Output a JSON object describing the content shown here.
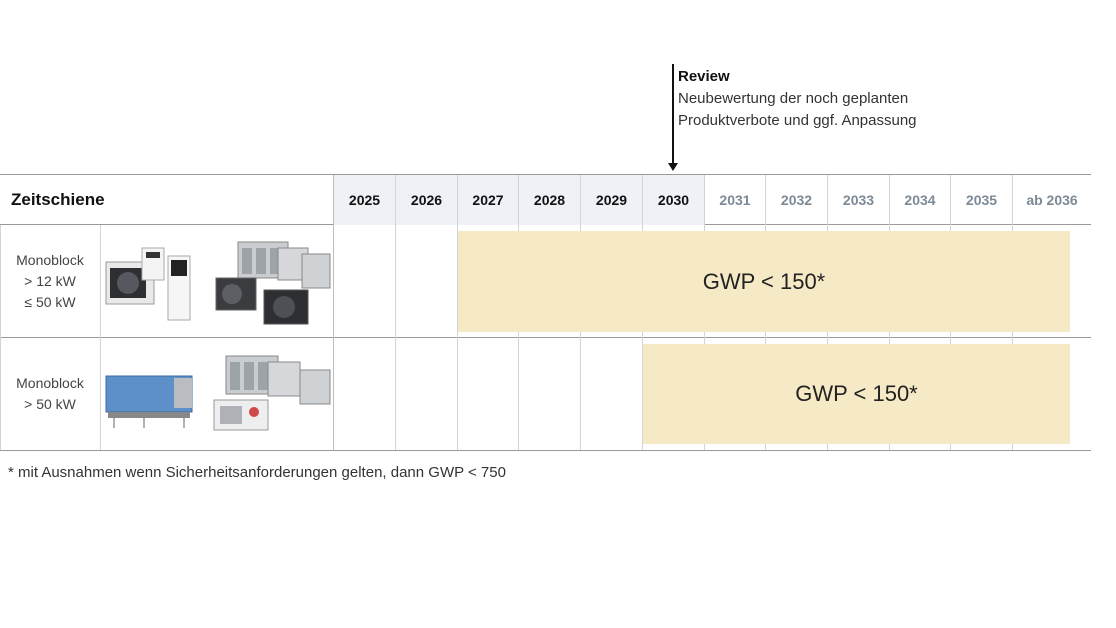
{
  "review": {
    "title": "Review",
    "line1": "Neubewertung der noch geplanten",
    "line2": "Produktverbote und ggf. Anpassung"
  },
  "table": {
    "title": "Zeitschiene",
    "years": [
      "2025",
      "2026",
      "2027",
      "2028",
      "2029",
      "2030",
      "2031",
      "2032",
      "2033",
      "2034",
      "2035",
      "ab 2036"
    ],
    "rows": [
      {
        "label_lines": [
          "Monoblock",
          "> 12 kW",
          "≤ 50 kW"
        ],
        "bar_label": "GWP < 150*",
        "bar_start": "2027"
      },
      {
        "label_lines": [
          "Monoblock",
          "> 50 kW"
        ],
        "bar_label": "GWP < 150*",
        "bar_start": "2030"
      }
    ]
  },
  "footnote": "* mit Ausnahmen wenn Sicherheitsanforderungen gelten, dann GWP < 750",
  "colors": {
    "bar": "#f6e9c5",
    "header_highlight": "#eef2f6",
    "future_year": "#7d8a96"
  }
}
